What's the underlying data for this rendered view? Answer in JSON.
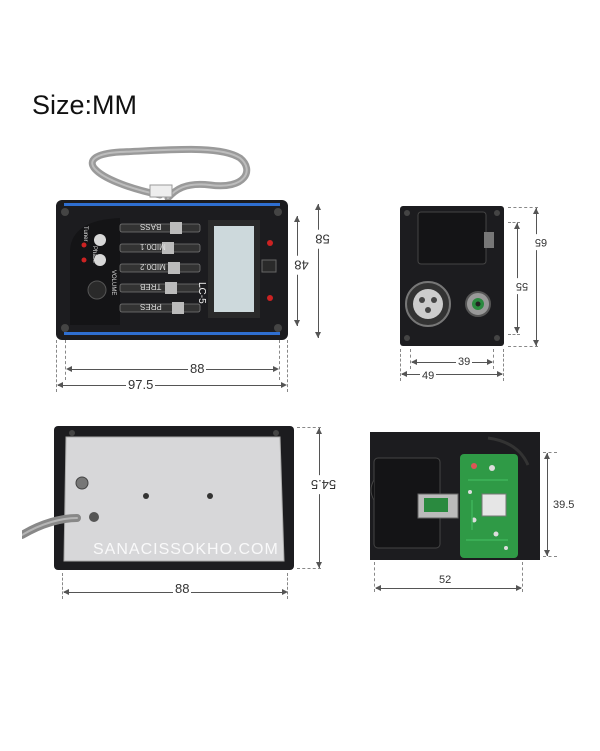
{
  "title": "Size:MM",
  "front_view": {
    "labels": [
      "BASS",
      "MID0.1",
      "MID0.2",
      "TREB",
      "PRES",
      "VOLUME",
      "Tuner",
      "Phase"
    ],
    "model": "LC-5",
    "dims": {
      "height_outer": "58",
      "height_inner": "48",
      "width_inner": "88",
      "width_outer": "97.5"
    }
  },
  "side_view": {
    "dims": {
      "height_outer": "65",
      "height_inner": "55",
      "width_inner": "39",
      "width_outer": "49"
    }
  },
  "back_view": {
    "watermark": "SANACISSOKHO.COM",
    "dims": {
      "height": "54.5",
      "width": "88"
    }
  },
  "inner_view": {
    "dims": {
      "height": "39.5",
      "width": "52"
    }
  },
  "colors": {
    "panel": "#1c1c1f",
    "accent_blue": "#2f6fd1",
    "plate": "#d7d7d9",
    "pcb": "#2f9a46",
    "lcd": "#cdd9dc"
  }
}
